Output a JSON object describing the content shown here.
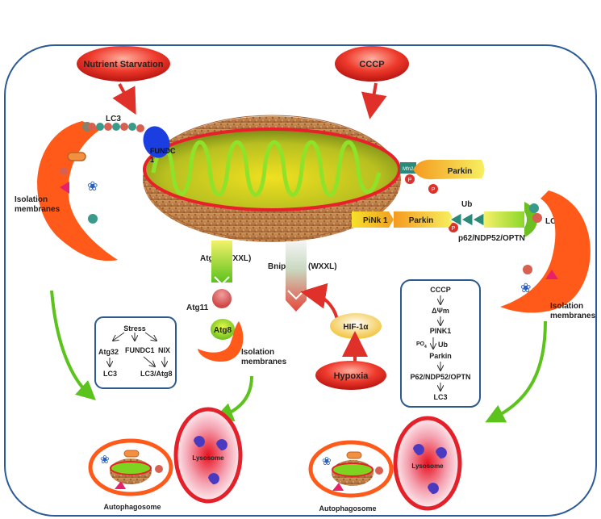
{
  "stimuli": {
    "nutrient_starvation": "Nutrient Starvation",
    "cccp": "CCCP",
    "hypoxia": "Hypoxia",
    "hif": "HIF-1α"
  },
  "labels": {
    "lc3_left": "LC3",
    "lc3_right": "LC3",
    "fundc1": "FUNDC 1",
    "isolation_left": "Isolation membranes",
    "isolation_right": "Isolation membranes",
    "isolation_center": "Isolation membranes",
    "mfn2": "Mfn2",
    "parkin_top": "Parkin",
    "parkin_bottom": "Parkin",
    "ub": "Ub",
    "pink1": "PiNk 1",
    "p": "P",
    "adaptors": "p62/NDP52/OPTN",
    "atg32": "Atg32(WXXL)",
    "bnip3": "Bnip3/NIX (WXXL)",
    "atg11": "Atg11",
    "atg8": "Atg8",
    "lysosome_left": "Lysosome",
    "lysosome_right": "Lysosome",
    "autophagosome_left": "Autophagosome",
    "autophagosome_right": "Autophagosome"
  },
  "stress_box": {
    "stress": "Stress",
    "atg32": "Atg32",
    "fundc1": "FUNDC1",
    "nix": "NIX",
    "lc3": "LC3",
    "lc3_atg8": "LC3/Atg8"
  },
  "pathway_box": {
    "cccp": "CCCP",
    "dpsi": "ΔΨm",
    "pink1": "PINK1",
    "po4": "PO",
    "po4_sub": "4",
    "ub": "Ub",
    "parkin": "Parkin",
    "adaptors": "P62/NDP52/OPTN",
    "lc3": "LC3"
  },
  "colors": {
    "cell_border": "#2a5a9a",
    "stimulus_red": "#e0302a",
    "arrow_red": "#e0302a",
    "arrow_green": "#5cc21c",
    "membrane_orange": "#ff5a1a",
    "matrix_green": "#7ed321",
    "outer_red": "#e8202a",
    "lysosome_red": "#e4202a",
    "fundc1_blue": "#1b3ee0",
    "box_border": "#2d5a8e"
  }
}
